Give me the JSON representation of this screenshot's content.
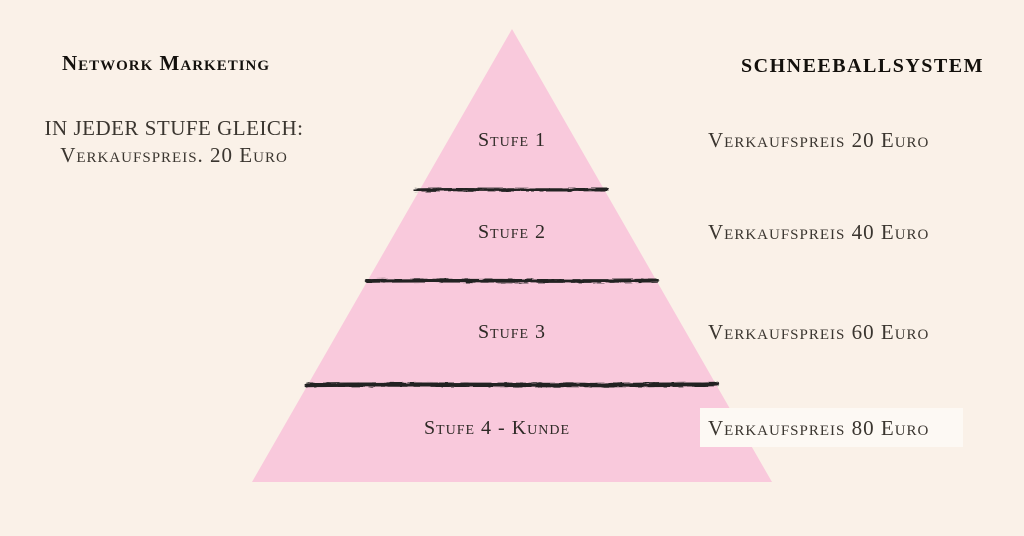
{
  "colors": {
    "bg": "#FAF1E8",
    "heading": "#13100C",
    "text": "#3A352F",
    "pyramid-fill": "#F9C9DC",
    "divider": "#212121",
    "highlight-box": "#FDF9F4"
  },
  "left_panel": {
    "title": "Network Marketing",
    "description_line_1": "IN JEDER STUFE GLEICH:",
    "description_line_2": "Verkaufspreis. 20 Euro"
  },
  "right_panel": {
    "title": "SCHNEEBALLSYSTEM",
    "prices": [
      "Verkaufspreis 20 Euro",
      "Verkaufspreis 40 Euro",
      "Verkaufspreis 60 Euro",
      "Verkaufspreis 80 Euro"
    ]
  },
  "pyramid": {
    "levels": [
      "Stufe 1",
      "Stufe 2",
      "Stufe 3",
      "Stufe 4 - Kunde"
    ]
  }
}
